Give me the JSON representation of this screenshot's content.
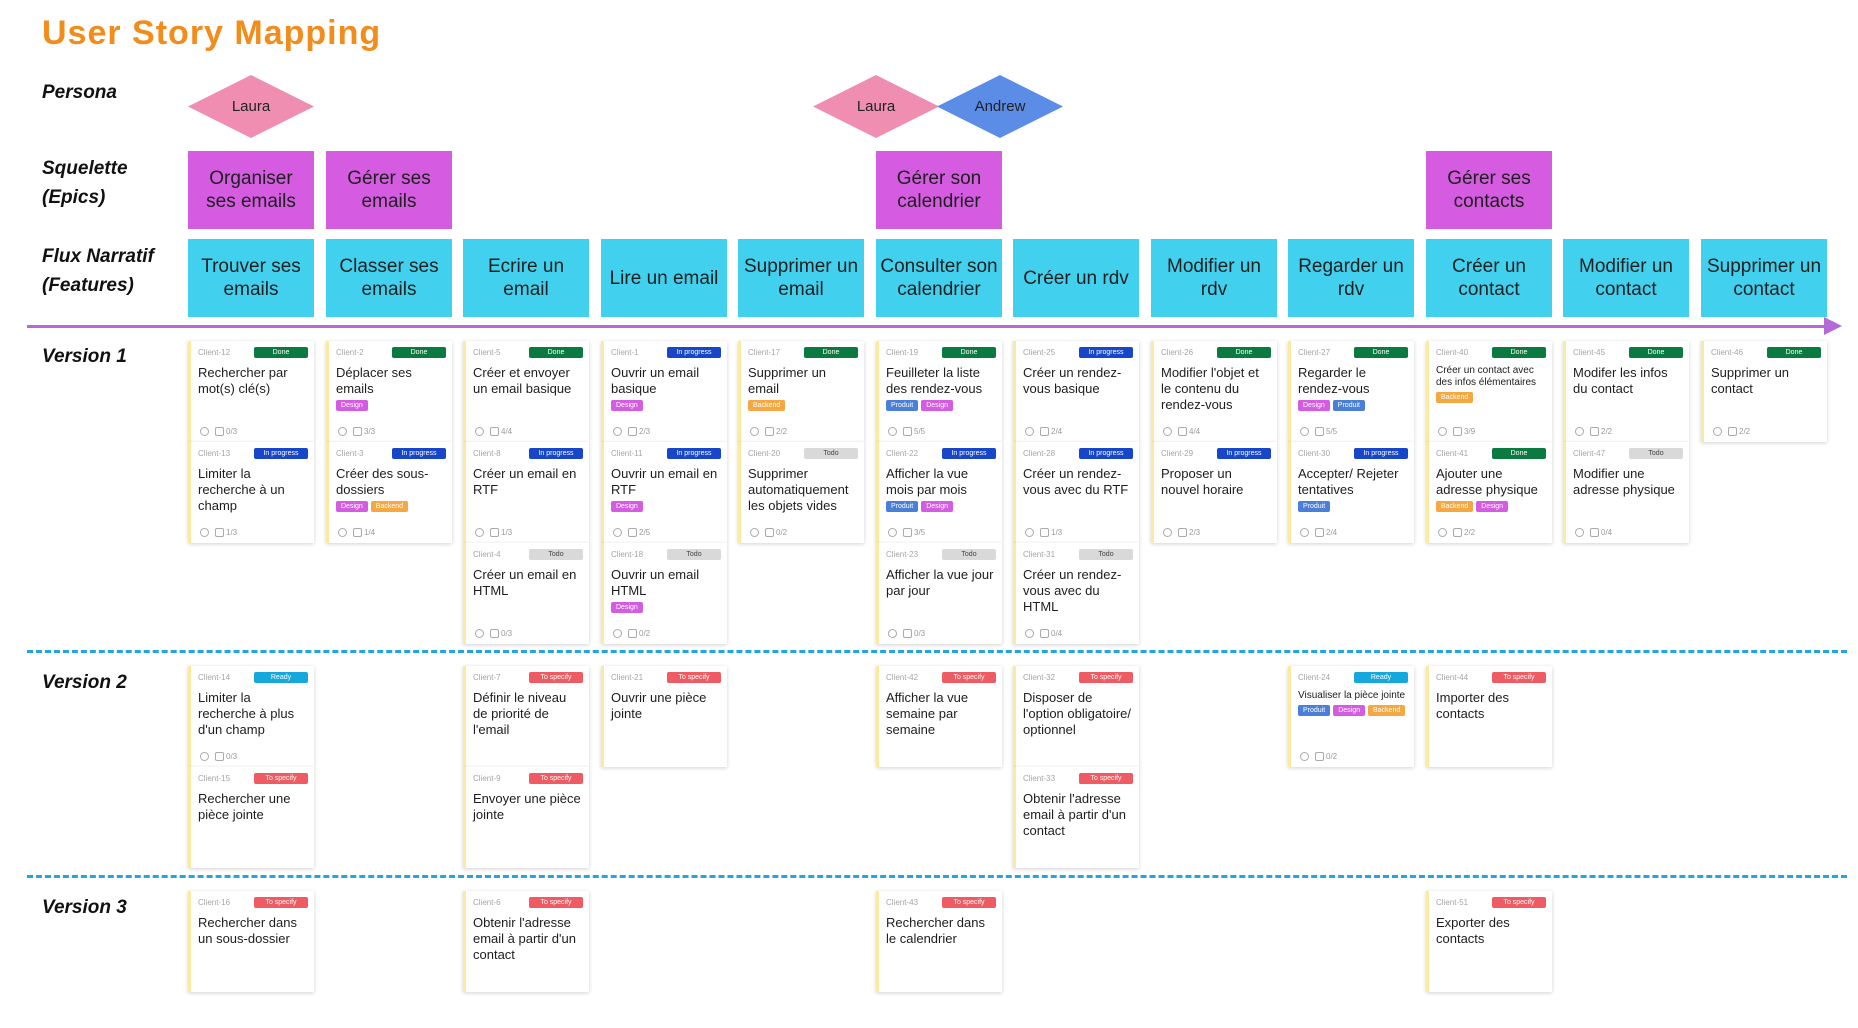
{
  "title": "User Story Mapping",
  "labels": {
    "persona": "Persona",
    "squelette": [
      "Squelette",
      "(Epics)"
    ],
    "flux": [
      "Flux Narratif",
      "(Features)"
    ],
    "versions": [
      "Version 1",
      "Version 2",
      "Version 3"
    ]
  },
  "colors": {
    "title": "#f28c1b",
    "epic": "#d55be0",
    "feature": "#41d0ee",
    "persona_laura": "#ef8eb0",
    "persona_andrew": "#5c8de6",
    "axis": "#b36ad8",
    "divider": "#23a6dd",
    "status": {
      "Done": "#0a7a40",
      "In progress": "#1746c8",
      "Todo": "#d9d9d9",
      "Ready": "#16a8dc",
      "To specify": "#ef5b63"
    },
    "tag": {
      "Design": "#d35ce0",
      "Backend": "#f5a742",
      "Produit": "#4a7fd8"
    }
  },
  "personas": [
    {
      "name": "Laura",
      "col": 0,
      "color": "persona_laura"
    },
    {
      "name": "Laura",
      "col": 5,
      "color": "persona_laura"
    },
    {
      "name": "Andrew",
      "col": 6,
      "color": "persona_andrew"
    }
  ],
  "epics": [
    {
      "col": 0,
      "label": "Organiser ses emails"
    },
    {
      "col": 1,
      "label": "Gérer ses emails"
    },
    {
      "col": 5,
      "label": "Gérer son calendrier"
    },
    {
      "col": 9,
      "label": "Gérer ses contacts"
    }
  ],
  "features": [
    "Trouver ses emails",
    "Classer ses emails",
    "Ecrire un email",
    "Lire un email",
    "Supprimer un email",
    "Consulter son calendrier",
    "Créer un rdv",
    "Modifier un rdv",
    "Regarder un rdv",
    "Créer un contact",
    "Modifier un contact",
    "Supprimer un contact"
  ],
  "releases": [
    {
      "columns": [
        [
          {
            "id": "Client-12",
            "status": "Done",
            "title": "Rechercher par mot(s) clé(s)",
            "tags": [],
            "count": "0/3"
          },
          {
            "id": "Client-13",
            "status": "In progress",
            "title": "Limiter la recherche à un champ",
            "tags": [],
            "count": "1/3"
          }
        ],
        [
          {
            "id": "Client-2",
            "status": "Done",
            "title": "Déplacer ses emails",
            "tags": [
              "Design"
            ],
            "count": "3/3"
          },
          {
            "id": "Client-3",
            "status": "In progress",
            "title": "Créer des sous-dossiers",
            "tags": [
              "Design",
              "Backend"
            ],
            "count": "1/4"
          }
        ],
        [
          {
            "id": "Client-5",
            "status": "Done",
            "title": "Créer et envoyer un email basique",
            "tags": [],
            "count": "4/4"
          },
          {
            "id": "Client-8",
            "status": "In progress",
            "title": "Créer un email en RTF",
            "tags": [],
            "count": "1/3"
          },
          {
            "id": "Client-4",
            "status": "Todo",
            "title": "Créer un email en HTML",
            "tags": [],
            "count": "0/3"
          }
        ],
        [
          {
            "id": "Client-1",
            "status": "In progress",
            "title": "Ouvrir un email basique",
            "tags": [
              "Design"
            ],
            "count": "2/3"
          },
          {
            "id": "Client-11",
            "status": "In progress",
            "title": "Ouvrir un email en RTF",
            "tags": [
              "Design"
            ],
            "count": "2/5"
          },
          {
            "id": "Client-18",
            "status": "Todo",
            "title": "Ouvrir un email HTML",
            "tags": [
              "Design"
            ],
            "count": "0/2"
          }
        ],
        [
          {
            "id": "Client-17",
            "status": "Done",
            "title": "Supprimer un email",
            "tags": [
              "Backend"
            ],
            "count": "2/2"
          },
          {
            "id": "Client-20",
            "status": "Todo",
            "title": "Supprimer automatiquement les objets vides",
            "tags": [],
            "count": "0/2"
          }
        ],
        [
          {
            "id": "Client-19",
            "status": "Done",
            "title": "Feuilleter la liste des rendez-vous",
            "tags": [
              "Produit",
              "Design"
            ],
            "count": "5/5"
          },
          {
            "id": "Client-22",
            "status": "In progress",
            "title": "Afficher la vue mois par mois",
            "tags": [
              "Produit",
              "Design"
            ],
            "count": "3/5"
          },
          {
            "id": "Client-23",
            "status": "Todo",
            "title": "Afficher la vue jour par jour",
            "tags": [],
            "count": "0/3"
          }
        ],
        [
          {
            "id": "Client-25",
            "status": "In progress",
            "title": "Créer un rendez-vous basique",
            "tags": [],
            "count": "2/4"
          },
          {
            "id": "Client-28",
            "status": "In progress",
            "title": "Créer un rendez-vous avec du RTF",
            "tags": [],
            "count": "1/3"
          },
          {
            "id": "Client-31",
            "status": "Todo",
            "title": "Créer un rendez-vous avec du HTML",
            "tags": [],
            "count": "0/4"
          }
        ],
        [
          {
            "id": "Client-26",
            "status": "Done",
            "title": "Modifier l'objet et le contenu du rendez-vous",
            "tags": [],
            "count": "4/4"
          },
          {
            "id": "Client-29",
            "status": "In progress",
            "title": "Proposer un nouvel horaire",
            "tags": [],
            "count": "2/3"
          }
        ],
        [
          {
            "id": "Client-27",
            "status": "Done",
            "title": "Regarder le rendez-vous",
            "tags": [
              "Design",
              "Produit"
            ],
            "count": "5/5"
          },
          {
            "id": "Client-30",
            "status": "In progress",
            "title": "Accepter/ Rejeter tentatives",
            "tags": [
              "Produit"
            ],
            "count": "2/4"
          }
        ],
        [
          {
            "id": "Client-40",
            "status": "Done",
            "title": "Créer un contact avec des infos élémentaires",
            "small": true,
            "tags": [
              "Backend"
            ],
            "count": "3/9"
          },
          {
            "id": "Client-41",
            "status": "Done",
            "title": "Ajouter une adresse physique",
            "tags": [
              "Backend",
              "Design"
            ],
            "count": "2/2"
          }
        ],
        [
          {
            "id": "Client-45",
            "status": "Done",
            "title": "Modifer les infos du contact",
            "tags": [],
            "count": "2/2"
          },
          {
            "id": "Client-47",
            "status": "Todo",
            "title": "Modifier une adresse physique",
            "tags": [],
            "count": "0/4"
          }
        ],
        [
          {
            "id": "Client-46",
            "status": "Done",
            "title": "Supprimer un contact",
            "tags": [],
            "count": "2/2"
          }
        ]
      ]
    },
    {
      "columns": [
        [
          {
            "id": "Client-14",
            "status": "Ready",
            "title": "Limiter la recherche à plus d'un champ",
            "tags": [],
            "count": "0/3"
          },
          {
            "id": "Client-15",
            "status": "To specify",
            "title": "Rechercher une pièce jointe",
            "tags": []
          }
        ],
        [],
        [
          {
            "id": "Client-7",
            "status": "To specify",
            "title": "Définir le niveau de priorité de l'email",
            "tags": []
          },
          {
            "id": "Client-9",
            "status": "To specify",
            "title": "Envoyer une pièce jointe",
            "tags": []
          }
        ],
        [
          {
            "id": "Client-21",
            "status": "To specify",
            "title": "Ouvrir une pièce jointe",
            "tags": []
          }
        ],
        [],
        [
          {
            "id": "Client-42",
            "status": "To specify",
            "title": "Afficher la vue semaine par semaine",
            "tags": []
          }
        ],
        [
          {
            "id": "Client-32",
            "status": "To specify",
            "title": "Disposer de l'option obligatoire/ optionnel",
            "tags": []
          },
          {
            "id": "Client-33",
            "status": "To specify",
            "title": "Obtenir l'adresse email à partir d'un contact",
            "tags": []
          }
        ],
        [],
        [
          {
            "id": "Client-24",
            "status": "Ready",
            "title": "Visualiser la pièce jointe",
            "small": true,
            "tags": [
              "Produit",
              "Design",
              "Backend"
            ],
            "count": "0/2"
          }
        ],
        [
          {
            "id": "Client-44",
            "status": "To specify",
            "title": "Importer des contacts",
            "tags": []
          }
        ],
        [],
        []
      ]
    },
    {
      "columns": [
        [
          {
            "id": "Client-16",
            "status": "To specify",
            "title": "Rechercher dans un sous-dossier",
            "tags": []
          }
        ],
        [],
        [
          {
            "id": "Client-6",
            "status": "To specify",
            "title": "Obtenir l'adresse email à partir d'un contact",
            "tags": []
          }
        ],
        [],
        [],
        [
          {
            "id": "Client-43",
            "status": "To specify",
            "title": "Rechercher dans le calendrier",
            "tags": []
          }
        ],
        [],
        [],
        [],
        [
          {
            "id": "Client-51",
            "status": "To specify",
            "title": "Exporter des contacts",
            "tags": []
          }
        ],
        [],
        []
      ]
    }
  ]
}
